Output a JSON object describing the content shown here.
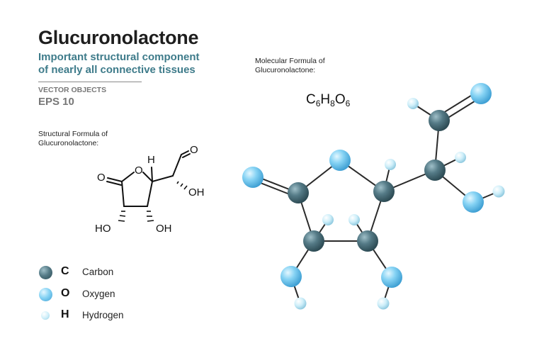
{
  "header": {
    "title": "Glucuronolactone",
    "subtitle_line1": "Important structural component",
    "subtitle_line2": "of nearly all connective tissues",
    "vector_objects": "VECTOR OBJECTS",
    "eps": "EPS 10"
  },
  "structural": {
    "caption_line1": "Structural  Formula of",
    "caption_line2": "Glucuronolactone:",
    "labels": {
      "o_ring": "O",
      "h_top": "H",
      "o_aldehyde": "O",
      "oh_right": "OH",
      "o_carbonyl": "O",
      "ho_left": "HO",
      "oh_bottom": "OH"
    }
  },
  "molecular": {
    "caption_line1": "Molecular Formula of",
    "caption_line2": "Glucuronolactone:",
    "formula": {
      "c": "C",
      "c_n": "6",
      "h": "H",
      "h_n": "8",
      "o": "O",
      "o_n": "6"
    }
  },
  "legend": [
    {
      "symbol": "C",
      "name": "Carbon",
      "color": "#4f7480"
    },
    {
      "symbol": "O",
      "name": "Oxygen",
      "color": "#7fd0f3"
    },
    {
      "symbol": "H",
      "name": "Hydrogen",
      "color": "#c8ecf8"
    }
  ],
  "colors": {
    "carbon": "#4f7480",
    "oxygen": "#7fd0f3",
    "hydrogen": "#c8ecf8",
    "accent": "#3e7b8a"
  }
}
